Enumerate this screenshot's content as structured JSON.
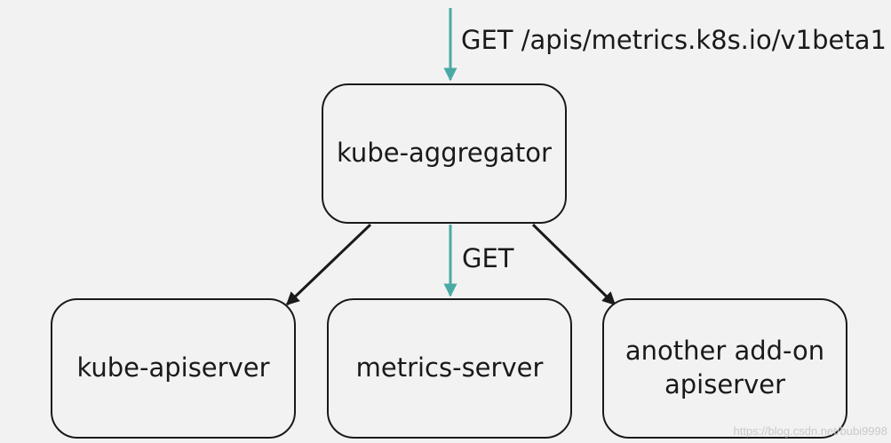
{
  "diagram": {
    "top_request_label": "GET /apis/metrics.k8s.io/v1beta1",
    "get_label": "GET",
    "nodes": {
      "aggregator": "kube-aggregator",
      "apiserver": "kube-apiserver",
      "metrics_server": "metrics-server",
      "addon_line1": "another add-on",
      "addon_line2": "apiserver"
    },
    "colors": {
      "teal_arrow": "#4aa9a4",
      "black_arrow": "#1a1a1a",
      "background": "#f2f2f2"
    }
  },
  "watermark": "https://blog.csdn.net/bubi9998"
}
